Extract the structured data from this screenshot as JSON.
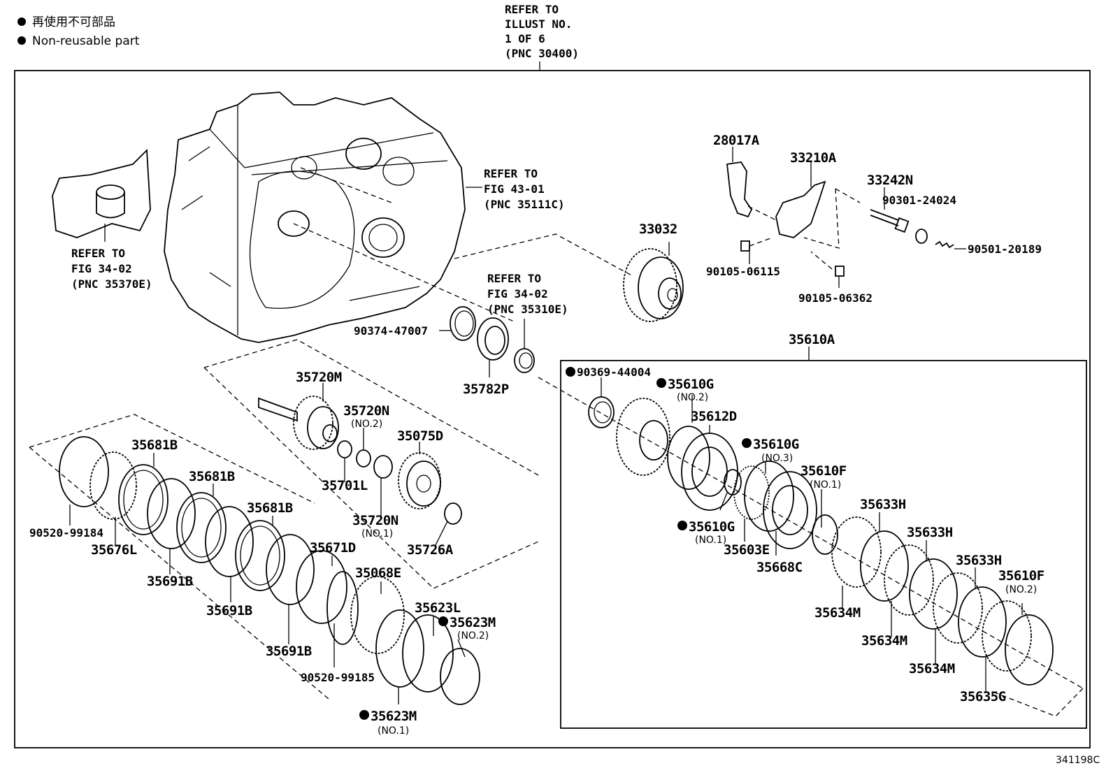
{
  "legend": {
    "jp": "再使用不可部品",
    "en": "Non-reusable part"
  },
  "refer_top": [
    "REFER TO",
    "ILLUST NO.",
    "1 OF 6",
    "(PNC 30400)"
  ],
  "refer_43": [
    "REFER TO",
    "FIG 43-01",
    "(PNC 35111C)"
  ],
  "refer_34a": [
    "REFER TO",
    "FIG 34-02",
    "(PNC 35370E)"
  ],
  "refer_34b": [
    "REFER TO",
    "FIG 34-02",
    "(PNC 35310E)"
  ],
  "parts": {
    "p28017A": "28017A",
    "p33210A": "33210A",
    "p33242N": "33242N",
    "p90301": "90301-24024",
    "p90501": "90501-20189",
    "p90105a": "90105-06115",
    "p90105b": "90105-06362",
    "p33032": "33032",
    "p90374": "90374-47007",
    "p35782P": "35782P",
    "p35610A": "35610A",
    "p90369": "90369-44004",
    "p35610G2": "35610G",
    "p35610G2n": "(NO.2)",
    "p35612D": "35612D",
    "p35610G3": "35610G",
    "p35610G3n": "(NO.3)",
    "p35610F1": "35610F",
    "p35610F1n": "(NO.1)",
    "p35610G1": "35610G",
    "p35610G1n": "(NO.1)",
    "p35603E": "35603E",
    "p35668C": "35668C",
    "p35633H1": "35633H",
    "p35633H2": "35633H",
    "p35633H3": "35633H",
    "p35610F2": "35610F",
    "p35610F2n": "(NO.2)",
    "p35634M1": "35634M",
    "p35634M2": "35634M",
    "p35634M3": "35634M",
    "p35635G": "35635G",
    "p35720M": "35720M",
    "p35720N2": "35720N",
    "p35720N2n": "(NO.2)",
    "p35075D": "35075D",
    "p35701L": "35701L",
    "p35720N1": "35720N",
    "p35720N1n": "(NO.1)",
    "p35726A": "35726A",
    "p35681B1": "35681B",
    "p35681B2": "35681B",
    "p35681B3": "35681B",
    "p90520a": "90520-99184",
    "p35676L": "35676L",
    "p35691B1": "35691B",
    "p35691B2": "35691B",
    "p35691B3": "35691B",
    "p35671D": "35671D",
    "p35068E": "35068E",
    "p35623L": "35623L",
    "p35623M2": "35623M",
    "p35623M2n": "(NO.2)",
    "p35623M1": "35623M",
    "p35623M1n": "(NO.1)",
    "p90520b": "90520-99185"
  },
  "figure_code": "341198C"
}
